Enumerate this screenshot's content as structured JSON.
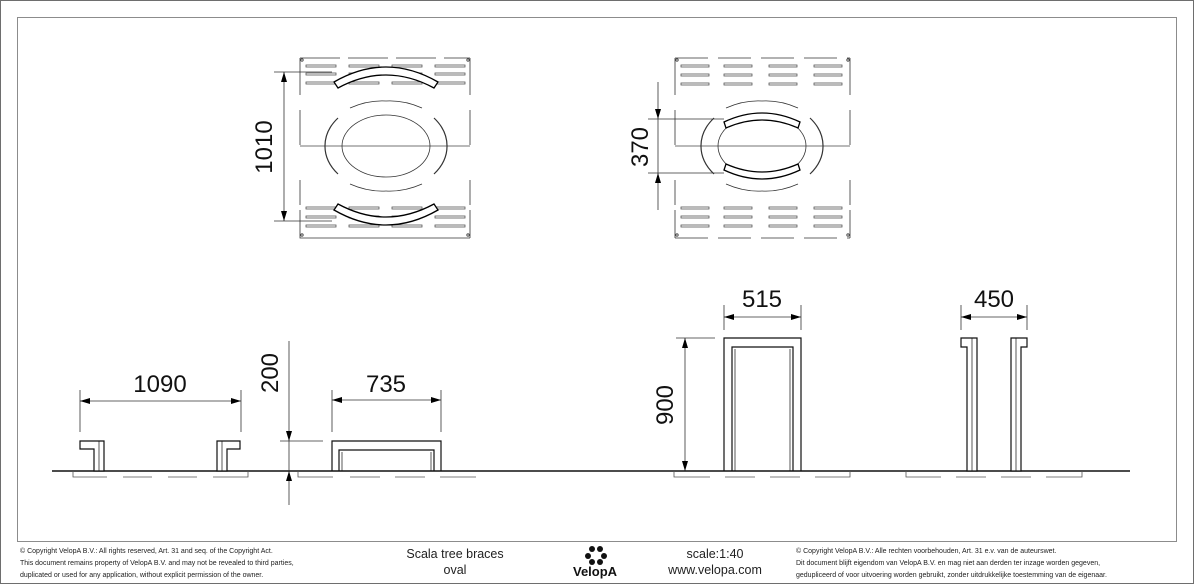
{
  "drawing": {
    "top_views": {
      "left": {
        "dimension": "1010"
      },
      "right": {
        "dimension": "370"
      }
    },
    "side_views": {
      "bench_side": {
        "dimension": "1090"
      },
      "bench_height": {
        "dimension": "200"
      },
      "bench_front": {
        "dimension": "735"
      },
      "frame_front": {
        "width_dimension": "515",
        "height_dimension": "900"
      },
      "frame_side": {
        "dimension": "450"
      }
    }
  },
  "footer": {
    "copyright_en": [
      "© Copyright VelopA B.V.: All rights reserved, Art. 31 and seq. of the Copyright Act.",
      "This document remains property of VelopA B.V. and may not be revealed to third parties,",
      "duplicated or used for any application, without explicit permission of the owner."
    ],
    "title_line1": "Scala tree braces",
    "title_line2": "oval",
    "logo_text": "VelopA",
    "scale": "scale:1:40",
    "website": "www.velopa.com",
    "copyright_nl": [
      "© Copyright VelopA B.V.: Alle rechten voorbehouden, Art. 31 e.v. van de auteurswet.",
      "Dit document blijft eigendom van VelopA B.V. en mag niet aan derden ter inzage worden gegeven,",
      "gedupliceerd of voor uitvoering worden gebruikt, zonder uitdrukkelijke toestemming van de eigenaar."
    ]
  }
}
